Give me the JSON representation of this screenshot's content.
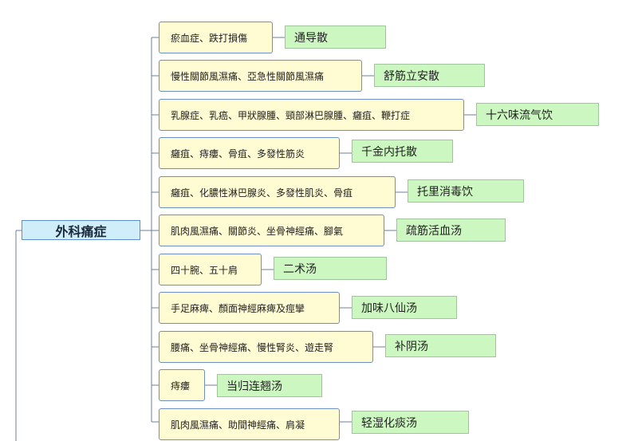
{
  "root": {
    "label": "外科痛症"
  },
  "branches": [
    {
      "condition": "瘀血症、跌打損傷",
      "remedy": "通导散"
    },
    {
      "condition": "慢性關節風濕痛、亞急性關節風濕痛",
      "remedy": "舒筋立安散"
    },
    {
      "condition": "乳腺症、乳癌、甲狀腺腫、頸部淋巴腺腫、癰疽、鞭打症",
      "remedy": "十六味流气饮"
    },
    {
      "condition": "癰疽、痔瘻、骨疽、多發性筋炎",
      "remedy": "千金内托散"
    },
    {
      "condition": "癰疽、化膿性淋巴腺炎、多發性肌炎、骨疽",
      "remedy": "托里消毒饮"
    },
    {
      "condition": "肌肉風濕痛、關節炎、坐骨神經痛、腳氣",
      "remedy": "疏筋活血汤"
    },
    {
      "condition": "四十腕、五十肩",
      "remedy": "二术汤"
    },
    {
      "condition": "手足麻痺、顏面神經麻痺及痙攣",
      "remedy": "加味八仙汤"
    },
    {
      "condition": "腰痛、坐骨神經痛、慢性腎炎、遊走腎",
      "remedy": "补阴汤"
    },
    {
      "condition": "痔瘻",
      "remedy": "当归连翘汤"
    },
    {
      "condition": "肌肉風濕痛、助間神經痛、肩凝",
      "remedy": "轻湿化痰汤"
    }
  ]
}
